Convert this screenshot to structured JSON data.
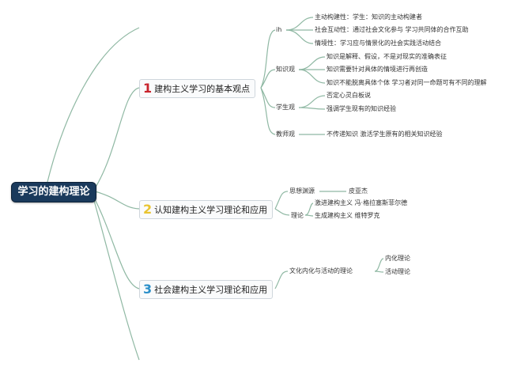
{
  "root": {
    "label": "学习的建构理论"
  },
  "branches": [
    {
      "number": "1",
      "label": "建构主义学习的基本观点",
      "number_color": "#c8232c",
      "children": [
        {
          "label": "ih",
          "leaves": [
            "主动构建性：学生：知识的主动构建者",
            "社会互动性：通过社会文化参与 学习共同体的合作互助",
            "情境性：学习应与情景化的社会实践活动结合"
          ]
        },
        {
          "label": "知识观",
          "leaves": [
            "知识是解释、假设，不是对现实的准确表征",
            "知识需要针对具体的情境进行再创造",
            "知识不能脱离具体个体 学习者对同一命题可有不同的理解"
          ]
        },
        {
          "label": "学生观",
          "leaves": [
            "否定心灵白板说",
            "强调学生现有的知识经验"
          ]
        },
        {
          "label": "教师观",
          "leaves": [
            "不传递知识 激活学生原有的相关知识经验"
          ]
        }
      ]
    },
    {
      "number": "2",
      "label": "认知建构主义学习理论和应用",
      "number_color": "#e9c430",
      "children": [
        {
          "label": "思想渊源",
          "leaves": [
            "皮亚杰"
          ]
        },
        {
          "label": "理论",
          "leaves": [
            "激进建构主义 冯·格拉塞斯菲尔德",
            "生成建构主义 维特罗克"
          ]
        }
      ]
    },
    {
      "number": "3",
      "label": "社会建构主义学习理论和应用",
      "number_color": "#2b8fc9",
      "children": [
        {
          "label": "文化内化与活动的理论",
          "leaves": [
            "内化理论",
            "活动理论"
          ]
        }
      ]
    }
  ],
  "line_color": "#8fb8a3"
}
